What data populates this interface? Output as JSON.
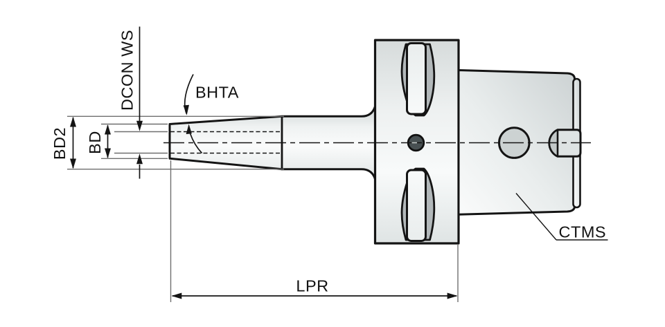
{
  "drawing": {
    "title": "tool-holder-technical-drawing",
    "labels": {
      "dcon_ws": "DCON WS",
      "bd2": "BD2",
      "bd": "BD",
      "bhta": "BHTA",
      "lpr": "LPR",
      "ctms": "CTMS"
    },
    "colors": {
      "background": "#ffffff",
      "outline": "#141414",
      "extension_line": "#6e6e6e",
      "part_fill_light": "#fafbfb",
      "part_fill_mid": "#dde2e2",
      "part_fill_dark": "#ccd2d2",
      "slot_crescent": "#b2b8ba",
      "coolant_hole_dark": "#485052",
      "label_text": "#121212"
    }
  }
}
